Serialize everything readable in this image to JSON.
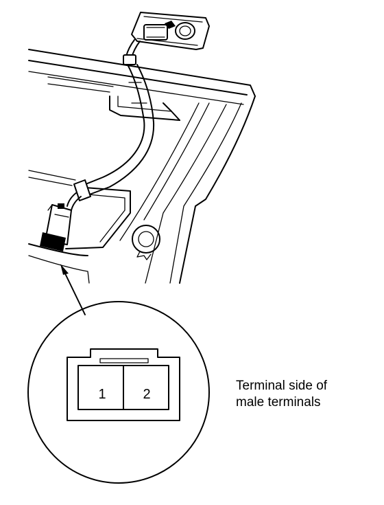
{
  "caption": "Terminal side of\nmale terminals",
  "connector": {
    "terminals": [
      "1",
      "2"
    ]
  }
}
